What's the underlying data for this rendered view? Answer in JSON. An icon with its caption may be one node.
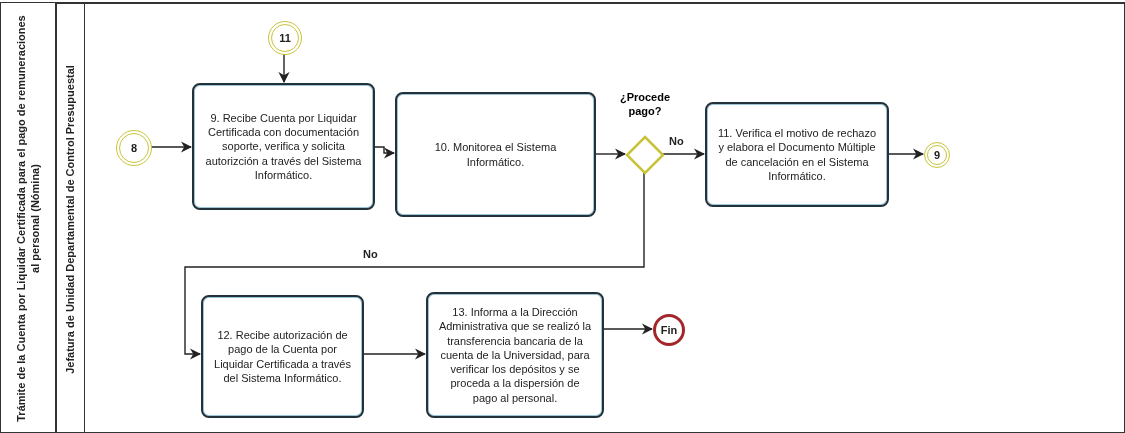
{
  "diagram": {
    "nodes": [
      {
        "text": [
          "Trámite de la Cuenta por Liquidar Certificada para el pago de remuneraciones al personal (Nómina)"
        ]
      },
      {
        "text": [
          "Jefatura de Unidad Departamental de Control Presupuestal"
        ],
        "in": 0
      },
      {
        "text": [
          "11"
        ],
        "in": 1
      },
      {
        "text": [
          "8"
        ],
        "in": 1
      },
      {
        "text": [
          "9. Recibe Cuenta por Liquidar Certificada con documentación soporte, verifica y solicita autorizción a través del Sistema Informático."
        ],
        "in": 1
      },
      {
        "text": [
          "10. Monitorea el Sistema Informático."
        ],
        "in": 1
      },
      {
        "text": [
          "¿Procede pago?"
        ],
        "in": 1
      },
      {
        "text": [
          "11. Verifica el motivo de rechazo y elabora el Documento Múltiple de cancelación en el Sistema Informático."
        ],
        "in": 1
      },
      {
        "text": [
          "9"
        ],
        "in": 1
      },
      {
        "text": [
          "12. Recibe autorización de pago de la Cuenta por Liquidar Certificada a través del Sistema Informático."
        ],
        "in": 1
      },
      {
        "text": [
          "13. Informa a la Dirección Administrativa que se realizó la transferencia bancaria de la cuenta de la Universidad, para verificar los depósitos y se proceda a la dispersión de pago al personal."
        ],
        "in": 1
      },
      {
        "text": [
          "Fin"
        ],
        "in": 1
      }
    ],
    "edges": [
      {
        "from": 2,
        "to": 4,
        "arrow": "to"
      },
      {
        "from": 3,
        "to": 4,
        "arrow": "to"
      },
      {
        "from": 4,
        "to": 5,
        "arrow": "to"
      },
      {
        "from": 5,
        "to": 6,
        "arrow": "to"
      },
      {
        "from": 6,
        "to": 7,
        "arrow": "to",
        "label": "No"
      },
      {
        "from": 6,
        "to": 9,
        "arrow": "to",
        "label": "No"
      },
      {
        "from": 7,
        "to": 8,
        "arrow": "to"
      },
      {
        "from": 9,
        "to": 10,
        "arrow": "to"
      },
      {
        "from": 10,
        "to": 11,
        "arrow": "to"
      }
    ]
  }
}
